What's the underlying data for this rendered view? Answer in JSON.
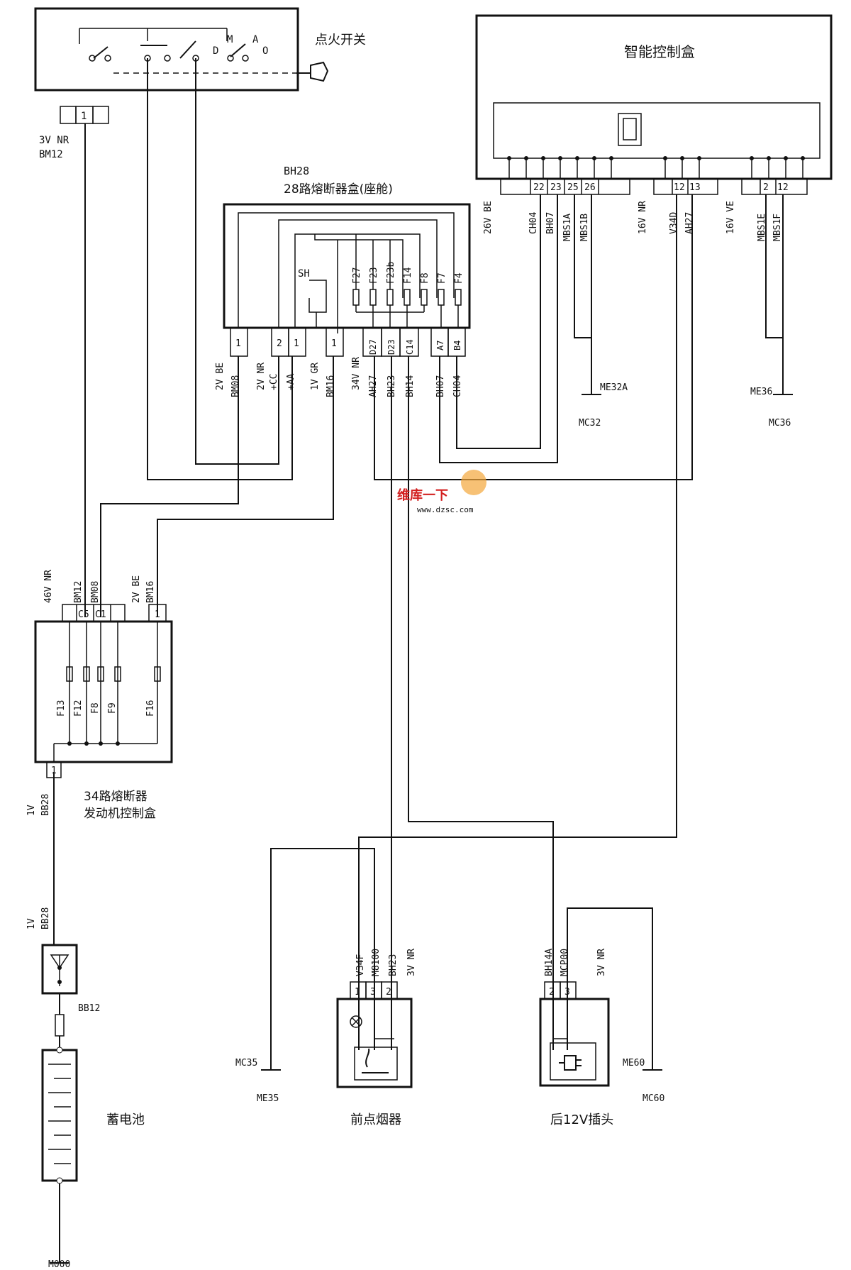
{
  "ignition": {
    "label": "点火开关",
    "M": "M",
    "A": "A",
    "D": "D",
    "O": "O",
    "pin": "1",
    "wire_color": "3V NR",
    "wire_id": "BM12"
  },
  "smart_box": {
    "title": "智能控制盒",
    "conn1": {
      "color": "26V BE",
      "pins": [
        "22",
        "23",
        "25",
        "26"
      ]
    },
    "conn2": {
      "color": "16V NR",
      "pins": [
        "12",
        "13"
      ]
    },
    "conn3": {
      "color": "16V VE",
      "pins": [
        "2",
        "12"
      ]
    },
    "wires1": [
      "CH04",
      "BH07",
      "MBS1A",
      "MBS1B"
    ],
    "wires2": [
      "V34D",
      "AH27"
    ],
    "wires3": [
      "MBS1E",
      "MBS1F"
    ]
  },
  "bh28": {
    "id": "BH28",
    "title": "28路熔断器盒(座舱)",
    "sh": "SH",
    "fuses": [
      "F27",
      "F23",
      "F23b",
      "F14",
      "F8",
      "F7",
      "F4"
    ],
    "pins": [
      "1",
      "2",
      "1",
      "1",
      "D27",
      "D23",
      "C14",
      "A7",
      "B4"
    ],
    "groups": [
      {
        "color": "2V BE",
        "id": "BM08"
      },
      {
        "color": "2V NR",
        "id": "+CC"
      },
      {
        "color": "",
        "id": "+AA"
      },
      {
        "color": "1V GR",
        "id": "BM16"
      },
      {
        "color": "34V NR",
        "id": "AH27"
      },
      {
        "color": "",
        "id": "BH23"
      },
      {
        "color": "",
        "id": "BH14"
      },
      {
        "color": "",
        "id": "BH07"
      },
      {
        "color": "",
        "id": "CH04"
      }
    ]
  },
  "grounds": {
    "me32a": "ME32A",
    "mc32": "MC32",
    "me36": "ME36",
    "mc36": "MC36",
    "mc35": "MC35",
    "me35": "ME35",
    "me60": "ME60",
    "mc60": "MC60",
    "m000": "M000"
  },
  "watermark": {
    "text1": "维库一下",
    "url": "www.dzsc.com"
  },
  "engine_box": {
    "title1": "34路熔断器",
    "title2": "发动机控制盒",
    "conn_color": "46V NR",
    "conn_pins": [
      "C5",
      "C1"
    ],
    "conn_wires": [
      "BM12",
      "BM08"
    ],
    "conn2_color": "2V BE",
    "conn2_pin": "1",
    "conn2_wire": "BM16",
    "fuses": [
      "F13",
      "F12",
      "F8",
      "F9",
      "F16"
    ],
    "out_pin": "1",
    "out_color": "1V",
    "out_wire": "BB28"
  },
  "battery": {
    "label": "蓄电池",
    "wire_color": "1V",
    "wire_id": "BB28",
    "fuse": "BB12"
  },
  "lighter": {
    "label": "前点烟器",
    "wires": [
      "V34F",
      "M8100",
      "BH23"
    ],
    "color": "3V NR",
    "pins": [
      "1",
      "3",
      "2"
    ]
  },
  "socket": {
    "label": "后12V插头",
    "wires": [
      "BH14A",
      "MCP00"
    ],
    "color": "3V NR",
    "pins": [
      "2",
      "3"
    ]
  }
}
